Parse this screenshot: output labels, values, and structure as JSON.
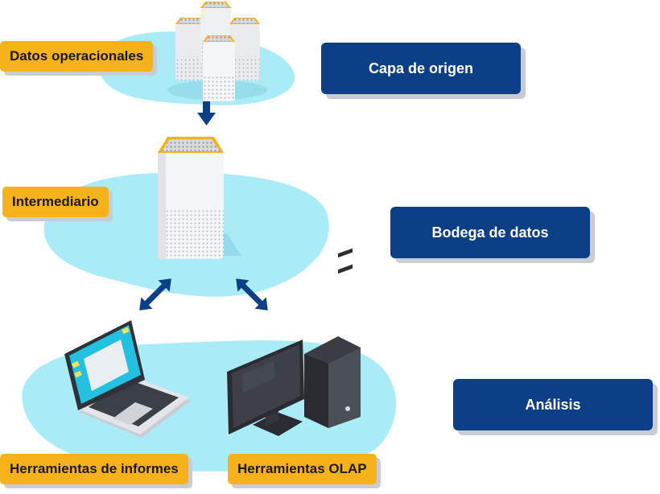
{
  "labels": {
    "operational_data": "Datos operacionales",
    "intermediary": "Intermediario",
    "report_tools": "Herramientas de informes",
    "olap_tools": "Herramientas OLAP"
  },
  "layers": {
    "source": "Capa de origen",
    "warehouse": "Bodega de datos",
    "analysis": "Análisis"
  },
  "colors": {
    "layer_box": "#0d3f87",
    "label_box": "#f6b21a",
    "blob": "#a9ecf8",
    "arrow": "#0d3f87"
  },
  "icons": [
    "server-cluster-icon",
    "server-icon",
    "laptop-icon",
    "desktop-computer-icon"
  ]
}
